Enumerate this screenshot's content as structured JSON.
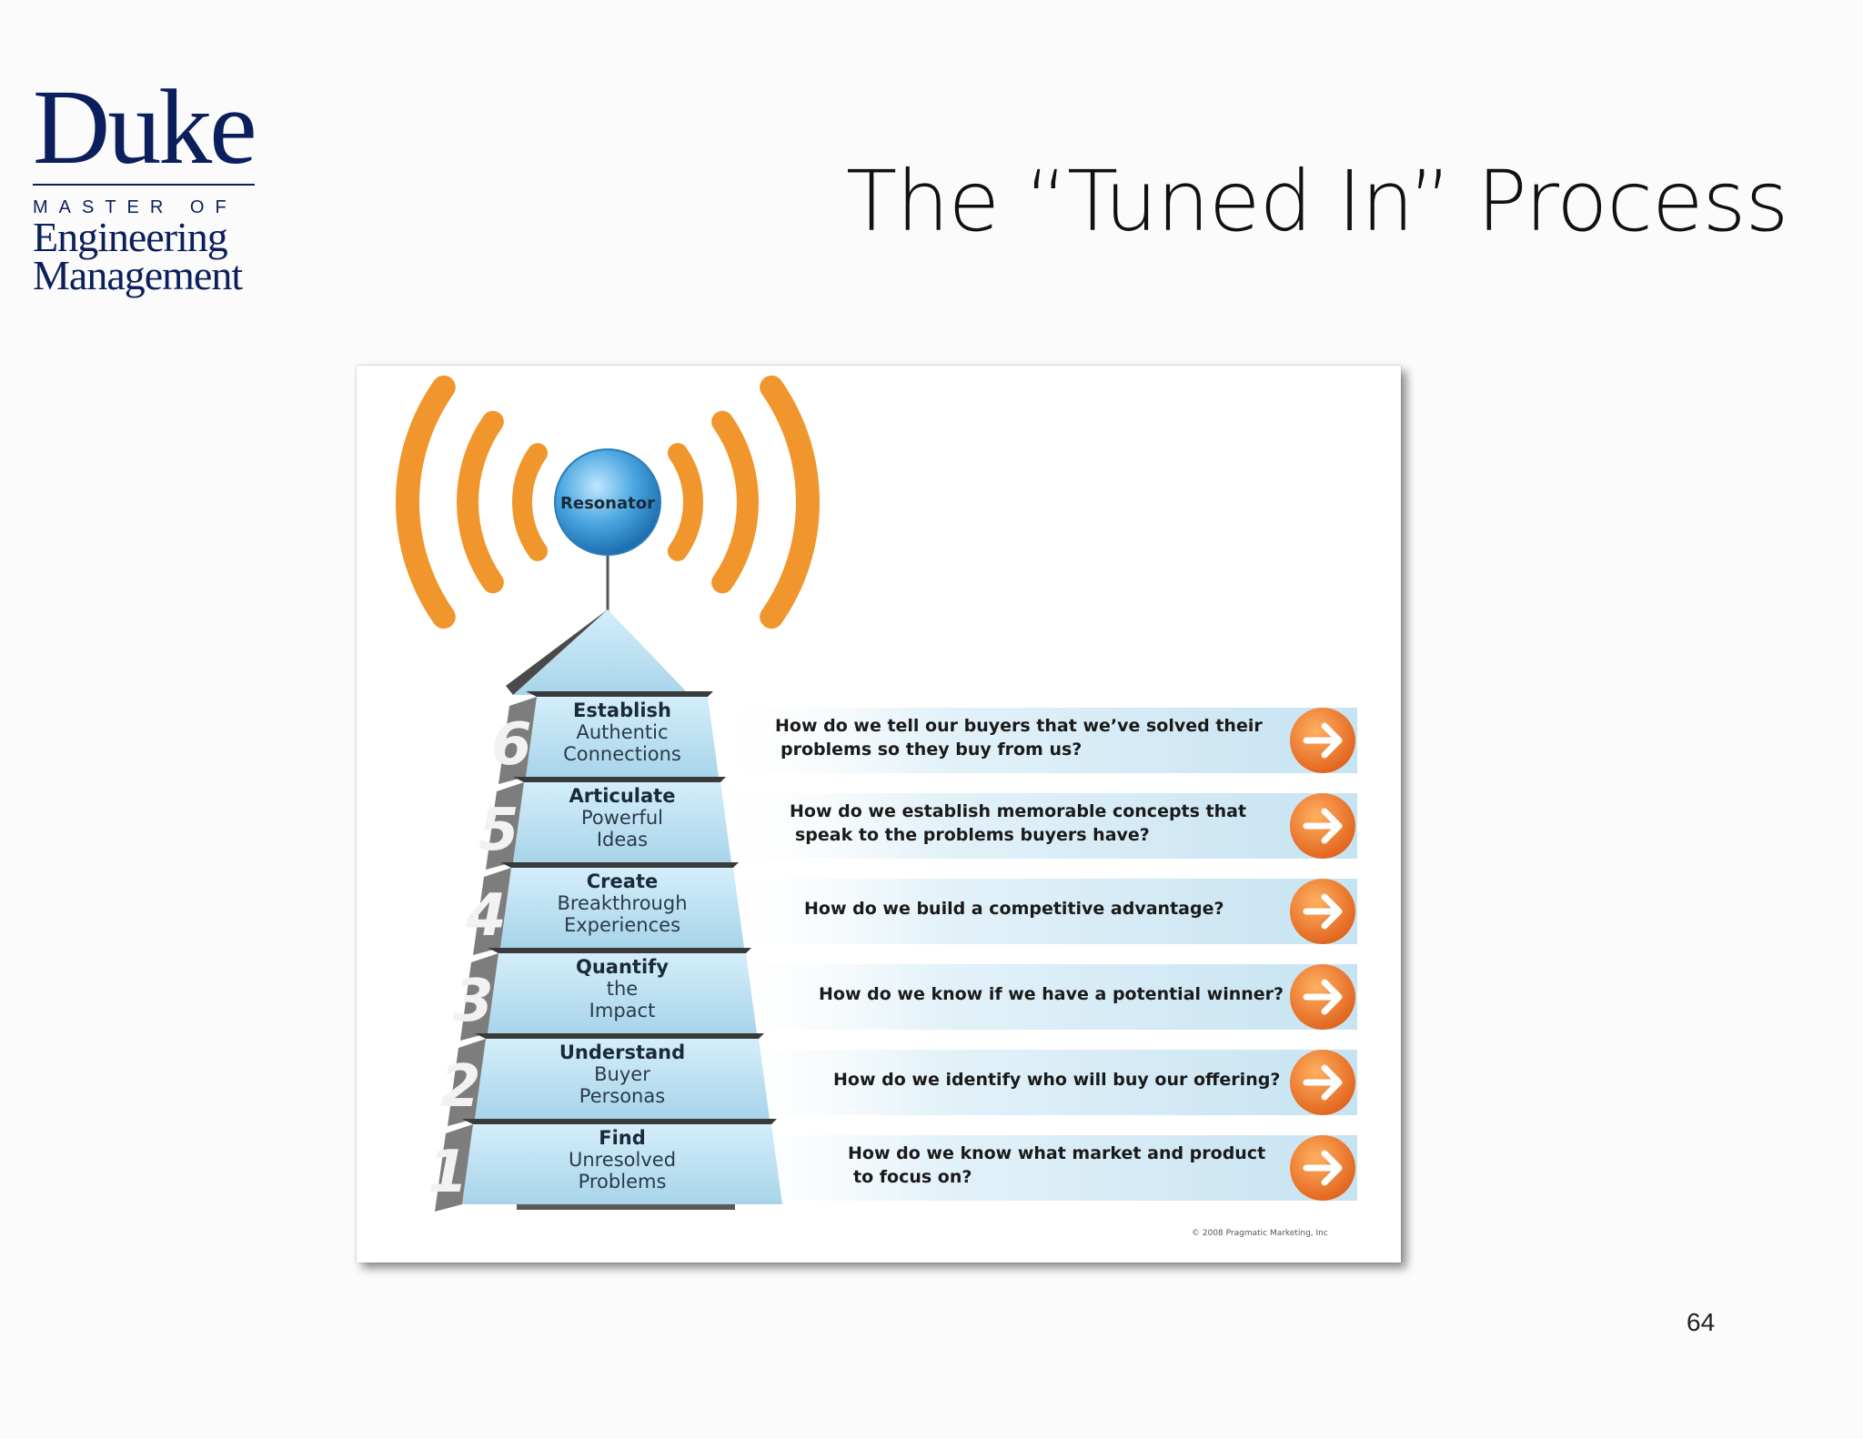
{
  "logo": {
    "duke": "Duke",
    "master_of": "MASTER OF",
    "line1": "Engineering",
    "line2": "Management"
  },
  "slide": {
    "title": "The “Tuned In” Process",
    "page_number": "64"
  },
  "diagram": {
    "resonator_label": "Resonator",
    "steps": [
      {
        "number": "6",
        "title": "Establish",
        "sub1": "Authentic",
        "sub2": "Connections",
        "question": [
          "How do we tell our buyers that we’ve solved their",
          "problems so they buy from us?"
        ]
      },
      {
        "number": "5",
        "title": "Articulate",
        "sub1": "Powerful",
        "sub2": "Ideas",
        "question": [
          "How do we establish memorable concepts that",
          "speak to the problems buyers have?"
        ]
      },
      {
        "number": "4",
        "title": "Create",
        "sub1": "Breakthrough",
        "sub2": "Experiences",
        "question": [
          "How do we build a competitive advantage?"
        ]
      },
      {
        "number": "3",
        "title": "Quantify",
        "sub1": "the",
        "sub2": "Impact",
        "question": [
          "How do we know if we have a potential winner?"
        ]
      },
      {
        "number": "2",
        "title": "Understand",
        "sub1": "Buyer",
        "sub2": "Personas",
        "question": [
          "How do we identify who will buy our offering?"
        ]
      },
      {
        "number": "1",
        "title": "Find",
        "sub1": "Unresolved",
        "sub2": "Problems",
        "question": [
          "How do we know what market and product",
          "to focus on?"
        ]
      }
    ],
    "copyright": "© 2008 Pragmatic Marketing, Inc",
    "colors": {
      "wave": "#f0962c",
      "arrow": "#ec7a26",
      "band": "#cfe8f4",
      "pyramid": "#b9def0",
      "sphere": "#4aa6e0"
    }
  }
}
